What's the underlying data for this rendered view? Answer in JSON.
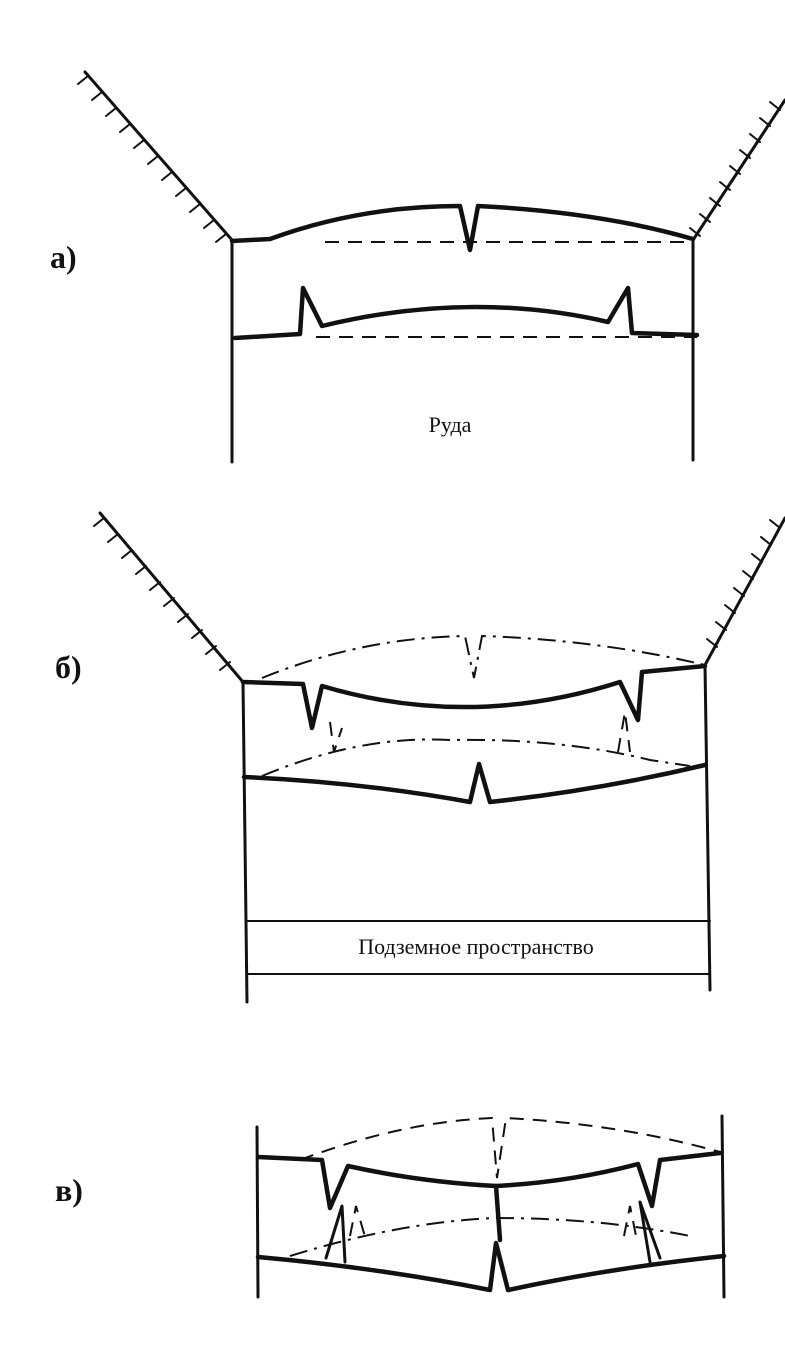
{
  "panels": [
    {
      "id": "a",
      "label": "а)",
      "text": "Руда"
    },
    {
      "id": "b",
      "label": "б)",
      "text": "Подземное пространство"
    },
    {
      "id": "c",
      "label": "в)",
      "text": ""
    }
  ],
  "colors": {
    "ink": "#111111",
    "background": "#ffffff"
  }
}
